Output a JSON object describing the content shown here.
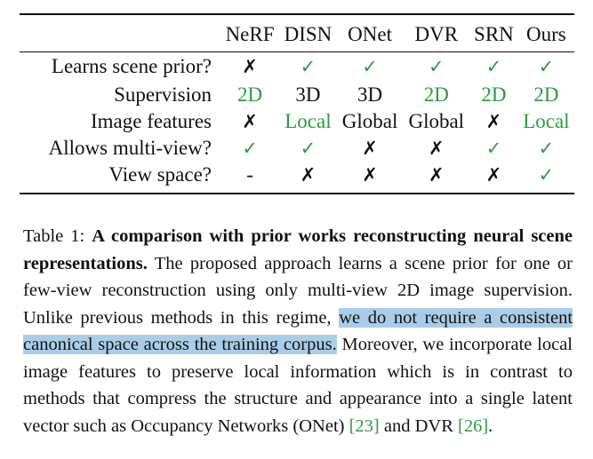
{
  "table": {
    "columns": [
      "NeRF",
      "DISN",
      "ONet",
      "DVR",
      "SRN",
      "Ours"
    ],
    "rows": [
      {
        "label": "Learns scene prior?",
        "cells": [
          {
            "text": "✗",
            "green": false,
            "mark": true
          },
          {
            "text": "✓",
            "green": true,
            "mark": true
          },
          {
            "text": "✓",
            "green": true,
            "mark": true
          },
          {
            "text": "✓",
            "green": true,
            "mark": true
          },
          {
            "text": "✓",
            "green": true,
            "mark": true
          },
          {
            "text": "✓",
            "green": true,
            "mark": true
          }
        ]
      },
      {
        "label": "Supervision",
        "cells": [
          {
            "text": "2D",
            "green": true,
            "mark": false
          },
          {
            "text": "3D",
            "green": false,
            "mark": false
          },
          {
            "text": "3D",
            "green": false,
            "mark": false
          },
          {
            "text": "2D",
            "green": true,
            "mark": false
          },
          {
            "text": "2D",
            "green": true,
            "mark": false
          },
          {
            "text": "2D",
            "green": true,
            "mark": false
          }
        ]
      },
      {
        "label": "Image features",
        "cells": [
          {
            "text": "✗",
            "green": false,
            "mark": true
          },
          {
            "text": "Local",
            "green": true,
            "mark": false
          },
          {
            "text": "Global",
            "green": false,
            "mark": false
          },
          {
            "text": "Global",
            "green": false,
            "mark": false
          },
          {
            "text": "✗",
            "green": false,
            "mark": true
          },
          {
            "text": "Local",
            "green": true,
            "mark": false
          }
        ]
      },
      {
        "label": "Allows multi-view?",
        "cells": [
          {
            "text": "✓",
            "green": true,
            "mark": true
          },
          {
            "text": "✓",
            "green": true,
            "mark": true
          },
          {
            "text": "✗",
            "green": false,
            "mark": true
          },
          {
            "text": "✗",
            "green": false,
            "mark": true
          },
          {
            "text": "✓",
            "green": true,
            "mark": true
          },
          {
            "text": "✓",
            "green": true,
            "mark": true
          }
        ]
      },
      {
        "label": "View space?",
        "cells": [
          {
            "text": "-",
            "green": false,
            "mark": false
          },
          {
            "text": "✗",
            "green": false,
            "mark": true
          },
          {
            "text": "✗",
            "green": false,
            "mark": true
          },
          {
            "text": "✗",
            "green": false,
            "mark": true
          },
          {
            "text": "✗",
            "green": false,
            "mark": true
          },
          {
            "text": "✓",
            "green": true,
            "mark": true
          }
        ]
      }
    ]
  },
  "caption": {
    "label": "Table 1:",
    "bold": "A comparison with prior works reconstructing neural scene representations.",
    "before_highlight": "The proposed approach learns a scene prior for one or few-view reconstruction using only multi-view 2D image supervision. Unlike previous methods in this regime,",
    "highlight": "we do not require a consistent canonical space across the training corpus.",
    "after_highlight": "Moreover, we incorporate local image features to preserve local information which is in contrast to methods that compress the structure and appearance into a single latent vector such as Occupancy Networks (ONet)",
    "ref1": "[23]",
    "mid": "and DVR",
    "ref2": "[26]",
    "end": "."
  },
  "colors": {
    "green": "#2a9d3f",
    "highlight": "#a9cde8",
    "text": "#111111"
  }
}
